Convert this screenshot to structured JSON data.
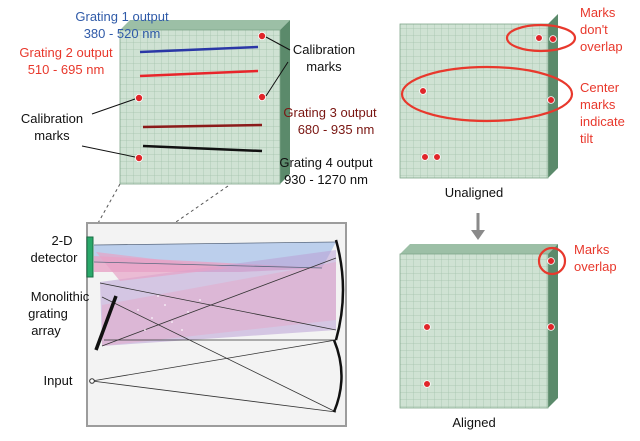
{
  "colors": {
    "grid_face": "#cfe2d3",
    "grid_line": "#a5c3ad",
    "grid_side": "#5b8a6b",
    "grid_top": "#9cbfa6",
    "cal_mark": "#e0252a",
    "accent_red": "#e8382c",
    "blue_text": "#2f5aa8",
    "dark_red_text": "#7a1612",
    "line_blue": "#2a37a6",
    "line_red": "#e8252a",
    "line_darkred": "#8b1a1a",
    "line_black": "#111111",
    "detector_green": "#2aa86a",
    "beam_blue": "#a9c3e9",
    "beam_pink": "#e7a3c6",
    "beam_purple": "#b9a0d6",
    "frame_border": "#9c9c9c",
    "frame_bg": "#f3f3f3"
  },
  "top_left": {
    "grating1": {
      "title": "Grating 1 output",
      "range": "380 - 520 nm"
    },
    "grating2": {
      "title": "Grating 2 output",
      "range": "510 - 695 nm"
    },
    "grating3": {
      "title": "Grating 3 output",
      "range": "680 - 935 nm"
    },
    "grating4": {
      "title": "Grating 4 output",
      "range": "930 - 1270 nm"
    },
    "cal_right": [
      "Calibration",
      "marks"
    ],
    "cal_left": [
      "Calibration",
      "marks"
    ]
  },
  "bottom_left": {
    "detector": [
      "2-D",
      "detector"
    ],
    "grating_array": [
      "Monolithic",
      "grating",
      "array"
    ],
    "input": "Input"
  },
  "right": {
    "unaligned": "Unaligned",
    "aligned": "Aligned",
    "marks_dont_overlap": [
      "Marks",
      "don't",
      "overlap"
    ],
    "center_marks": [
      "Center",
      "marks",
      "indicate",
      "tilt"
    ],
    "marks_overlap": [
      "Marks",
      "overlap"
    ]
  }
}
